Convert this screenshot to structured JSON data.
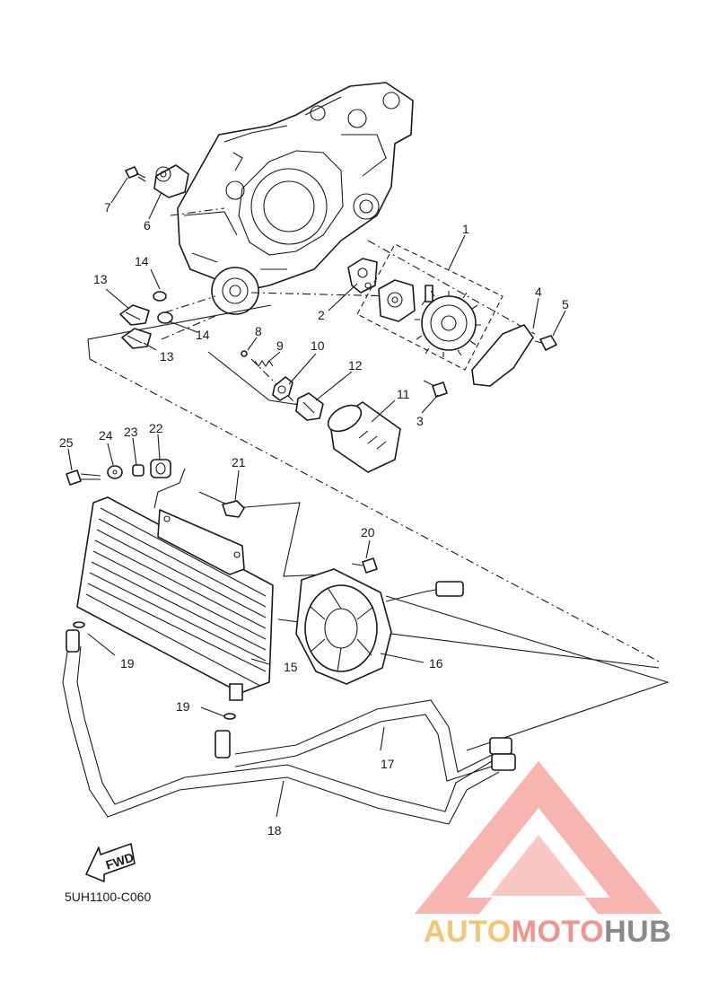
{
  "diagram": {
    "callouts": {
      "p1": "1",
      "p2": "2",
      "p3": "3",
      "p4": "4",
      "p5": "5",
      "p6": "6",
      "p7": "7",
      "p8": "8",
      "p9": "9",
      "p10": "10",
      "p11": "11",
      "p12": "12",
      "p13a": "13",
      "p13b": "13",
      "p14a": "14",
      "p14b": "14",
      "p15": "15",
      "p16": "16",
      "p17": "17",
      "p18": "18",
      "p19a": "19",
      "p19b": "19",
      "p20": "20",
      "p21": "21",
      "p22": "22",
      "p23": "23",
      "p24": "24",
      "p25": "25"
    },
    "fwd_label": "FWD",
    "code": "5UH1100-C060"
  },
  "watermark": {
    "part1": "AUTO",
    "part2": "MOTO",
    "part3": "HUB",
    "colors": {
      "auto": "#f3c66f",
      "moto": "#f1958c",
      "hub": "#8a8a8a",
      "logo": "#f28b82"
    }
  }
}
